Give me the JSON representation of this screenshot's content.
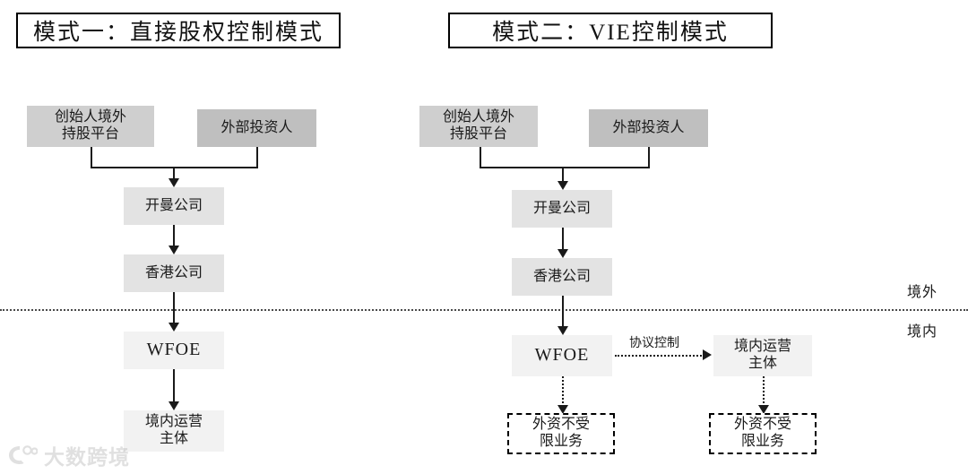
{
  "diagram": {
    "type": "flowchart",
    "background_color": "#ffffff",
    "region_labels": {
      "offshore": "境外",
      "onshore": "境内"
    },
    "panels": [
      {
        "id": "panel-one",
        "title": "模式一：直接股权控制模式",
        "nodes": [
          {
            "id": "founder-platform-1",
            "label": "创始人境外\n持股平台",
            "fill": "#cfcfcf"
          },
          {
            "id": "external-investor-1",
            "label": "外部投资人",
            "fill": "#bfbfbf"
          },
          {
            "id": "cayman-1",
            "label": "开曼公司",
            "fill": "#d4d4d4"
          },
          {
            "id": "hongkong-1",
            "label": "香港公司",
            "fill": "#d4d4d4"
          },
          {
            "id": "wfoe-1",
            "label": "WFOE",
            "fill": "#e8e8e8"
          },
          {
            "id": "domestic-entity-1",
            "label": "境内运营\n主体",
            "fill": "#f2f2f2"
          }
        ],
        "edges": [
          {
            "from": "founder-platform-1",
            "to": "cayman-1",
            "style": "solid",
            "label": ""
          },
          {
            "from": "external-investor-1",
            "to": "cayman-1",
            "style": "solid",
            "label": ""
          },
          {
            "from": "cayman-1",
            "to": "hongkong-1",
            "style": "solid",
            "label": ""
          },
          {
            "from": "hongkong-1",
            "to": "wfoe-1",
            "style": "solid",
            "label": ""
          },
          {
            "from": "wfoe-1",
            "to": "domestic-entity-1",
            "style": "solid",
            "label": ""
          }
        ]
      },
      {
        "id": "panel-two",
        "title": "模式二：VIE控制模式",
        "nodes": [
          {
            "id": "founder-platform-2",
            "label": "创始人境外\n持股平台",
            "fill": "#cfcfcf"
          },
          {
            "id": "external-investor-2",
            "label": "外部投资人",
            "fill": "#bfbfbf"
          },
          {
            "id": "cayman-2",
            "label": "开曼公司",
            "fill": "#d4d4d4"
          },
          {
            "id": "hongkong-2",
            "label": "香港公司",
            "fill": "#d4d4d4"
          },
          {
            "id": "wfoe-2",
            "label": "WFOE",
            "fill": "#e8e8e8"
          },
          {
            "id": "domestic-entity-2",
            "label": "境内运营\n主体",
            "fill": "#f2f2f2"
          },
          {
            "id": "unrestricted-business-left",
            "label": "外资不受\n限业务",
            "fill": "#ffffff",
            "border": "dashed"
          },
          {
            "id": "unrestricted-business-right",
            "label": "外资不受\n限业务",
            "fill": "#ffffff",
            "border": "dashed"
          }
        ],
        "edges": [
          {
            "from": "founder-platform-2",
            "to": "cayman-2",
            "style": "solid",
            "label": ""
          },
          {
            "from": "external-investor-2",
            "to": "cayman-2",
            "style": "solid",
            "label": ""
          },
          {
            "from": "cayman-2",
            "to": "hongkong-2",
            "style": "solid",
            "label": ""
          },
          {
            "from": "hongkong-2",
            "to": "wfoe-2",
            "style": "solid",
            "label": ""
          },
          {
            "from": "wfoe-2",
            "to": "domestic-entity-2",
            "style": "dotted",
            "label": "协议控制"
          },
          {
            "from": "wfoe-2",
            "to": "unrestricted-business-left",
            "style": "dotted",
            "label": ""
          },
          {
            "from": "domestic-entity-2",
            "to": "unrestricted-business-right",
            "style": "dotted",
            "label": ""
          }
        ]
      }
    ]
  },
  "watermark": {
    "text": "大数跨境"
  }
}
